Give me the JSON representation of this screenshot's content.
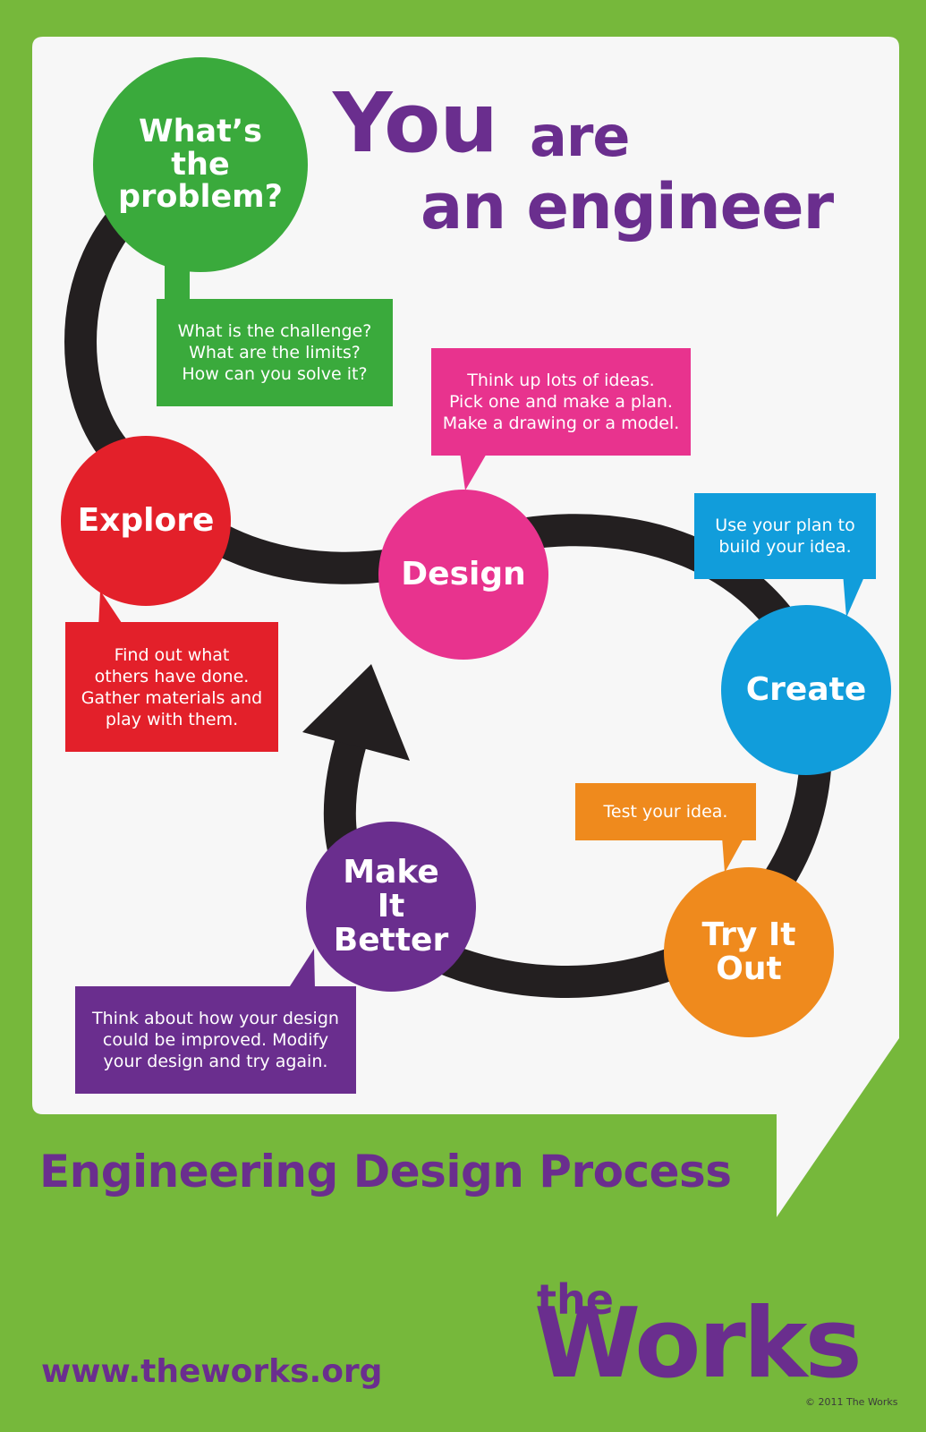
{
  "headline": {
    "you": "You",
    "are": "are",
    "an_engineer": "an engineer"
  },
  "steps": {
    "problem": {
      "label": "What’s the problem?",
      "description": "What is the challenge?\nWhat are the limits?\nHow can you solve it?",
      "color": "#3aaa3c"
    },
    "explore": {
      "label": "Explore",
      "description": "Find out what\nothers have done.\nGather materials and\nplay with them.",
      "color": "#e3202a"
    },
    "design": {
      "label": "Design",
      "description": "Think up lots of ideas.\nPick one and make a plan.\nMake a drawing or a model.",
      "color": "#e8338e"
    },
    "create": {
      "label": "Create",
      "description": "Use your plan to\nbuild your idea.",
      "color": "#119ddb"
    },
    "try_it_out": {
      "label": "Try It Out",
      "description": "Test your idea.",
      "color": "#ef8a1d"
    },
    "make_it_better": {
      "label": "Make It Better",
      "description": "Think about how your design\ncould be improved. Modify\nyour design and try again.",
      "color": "#6a2e8e"
    }
  },
  "footer": {
    "title": "Engineering Design Process",
    "website": "www.theworks.org",
    "logo_the": "the",
    "logo_works": "Works",
    "copyright": "© 2011 The Works"
  },
  "colors": {
    "background": "#76b83b",
    "panel": "#f7f7f7",
    "path": "#231f20",
    "accent": "#6a2e8e"
  }
}
